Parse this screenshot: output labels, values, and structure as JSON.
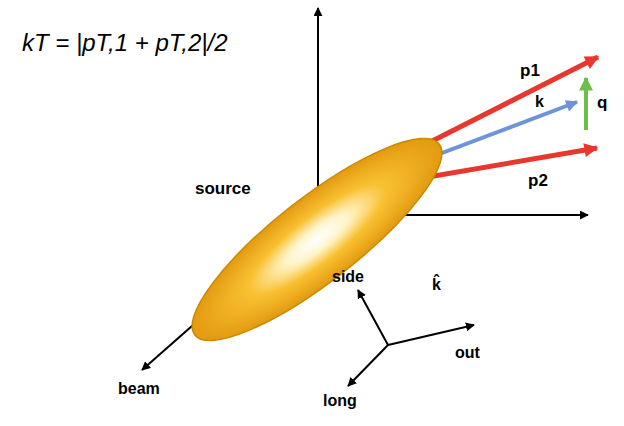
{
  "diagram": {
    "nodes": [
      {
        "text": [
          "source"
        ]
      }
    ],
    "labels": [
      "kT = |pT,1 + pT,2|/2",
      "p1",
      "k",
      "q",
      "p2",
      "side",
      "k̂",
      "out",
      "long",
      "beam"
    ]
  }
}
